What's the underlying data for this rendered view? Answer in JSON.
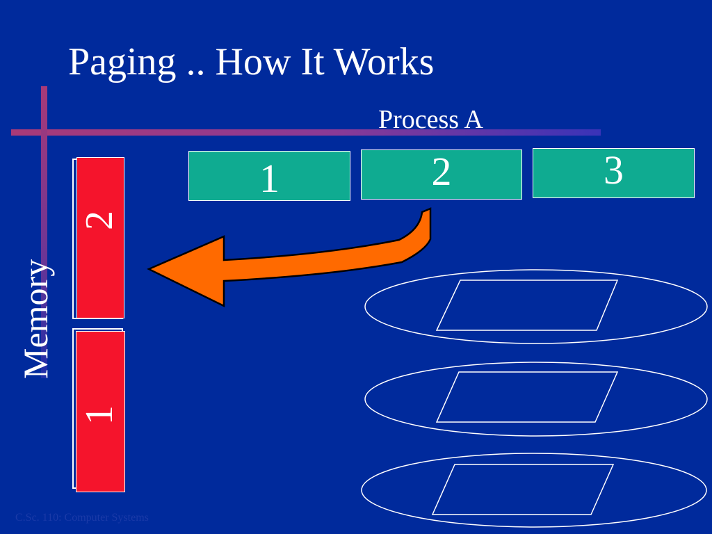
{
  "slide": {
    "title": "Paging .. How It Works",
    "footer": "C.Sc. 110: Computer Systems"
  },
  "process": {
    "label": "Process A",
    "pages": [
      "1",
      "2",
      "3"
    ]
  },
  "memory": {
    "label": "Memory",
    "frames": [
      "2",
      "1"
    ]
  },
  "colors": {
    "background": "#002a9c",
    "process_page": "#0fab91",
    "memory_frame": "#f5142c",
    "arrow": "#ff6a00",
    "rule_lines": "#a83a78"
  }
}
